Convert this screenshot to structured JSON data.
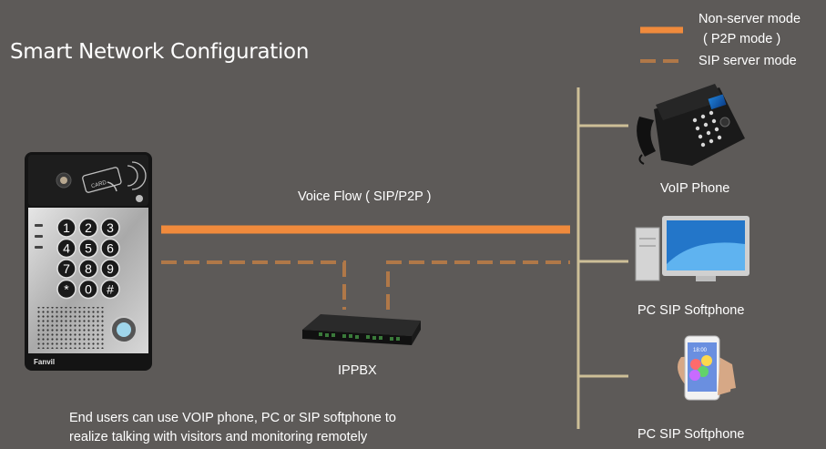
{
  "title": "Smart Network Configuration",
  "legend": {
    "non_server_line1": "Non-server mode",
    "non_server_line2": "( P2P mode )",
    "sip_server": "SIP server mode"
  },
  "voice_flow_label": "Voice Flow ( SIP/P2P )",
  "ippbx_label": "IPPBX",
  "devices": {
    "voip_phone": "VoIP Phone",
    "pc_softphone": "PC SIP Softphone",
    "mobile_softphone": "PC SIP Softphone"
  },
  "keypad_keys": [
    "1",
    "2",
    "3",
    "4",
    "5",
    "6",
    "7",
    "8",
    "9",
    "*",
    "0",
    "#"
  ],
  "door_brand": "Fanvil",
  "card_label": "CARD",
  "phone_screen_time": "18:00",
  "note": {
    "line1": "End users can use VOIP phone, PC or SIP softphone to",
    "line2": "realize talking with visitors and monitoring remotely"
  },
  "colors": {
    "background": "#5d5a58",
    "p2p_line": "#f08a3c",
    "sip_line": "#b07848",
    "bus_line": "#cdbf97",
    "text": "#ffffff"
  }
}
